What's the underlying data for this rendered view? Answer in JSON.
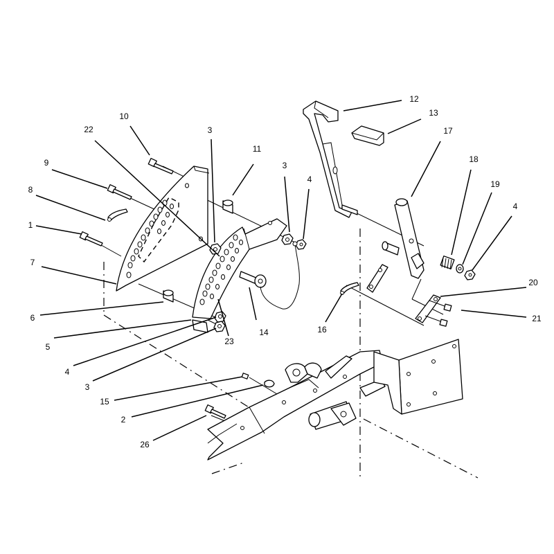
{
  "callouts": [
    {
      "id": "c12",
      "label": "12"
    },
    {
      "id": "c13",
      "label": "13"
    },
    {
      "id": "c17",
      "label": "17"
    },
    {
      "id": "c10",
      "label": "10"
    },
    {
      "id": "c22",
      "label": "22"
    },
    {
      "id": "c3a",
      "label": "3"
    },
    {
      "id": "c11",
      "label": "11"
    },
    {
      "id": "c3b",
      "label": "3"
    },
    {
      "id": "c4a",
      "label": "4"
    },
    {
      "id": "c18",
      "label": "18"
    },
    {
      "id": "c19",
      "label": "19"
    },
    {
      "id": "c4b",
      "label": "4"
    },
    {
      "id": "c9",
      "label": "9"
    },
    {
      "id": "c8",
      "label": "8"
    },
    {
      "id": "c1",
      "label": "1"
    },
    {
      "id": "c7",
      "label": "7"
    },
    {
      "id": "c20",
      "label": "20"
    },
    {
      "id": "c21",
      "label": "21"
    },
    {
      "id": "c6",
      "label": "6"
    },
    {
      "id": "c14",
      "label": "14"
    },
    {
      "id": "c16",
      "label": "16"
    },
    {
      "id": "c5",
      "label": "5"
    },
    {
      "id": "c23",
      "label": "23"
    },
    {
      "id": "c4c",
      "label": "4"
    },
    {
      "id": "c3c",
      "label": "3"
    },
    {
      "id": "c15",
      "label": "15"
    },
    {
      "id": "c2",
      "label": "2"
    },
    {
      "id": "c26",
      "label": "26"
    }
  ]
}
